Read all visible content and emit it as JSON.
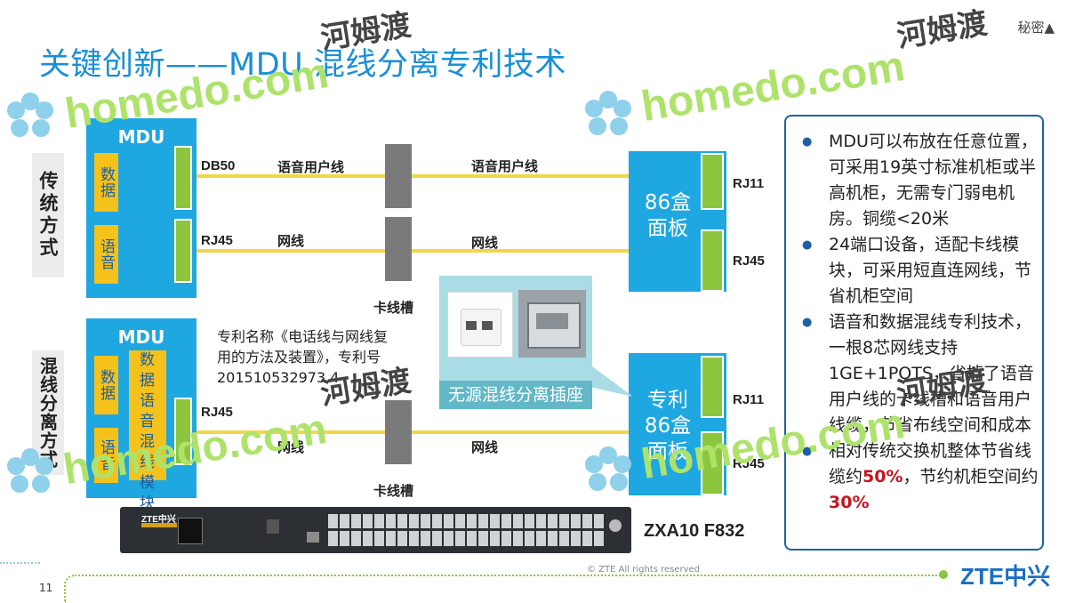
{
  "title": "关键创新——MDU 混线分离专利技术",
  "classification": "秘密▲",
  "traditional": {
    "side_label": "传统方式",
    "mdu": "MDU",
    "data_label": "数据",
    "voice_label": "语音",
    "db50": "DB50",
    "rj45": "RJ45",
    "voice_line_left": "语音用户线",
    "voice_line_right": "语音用户线",
    "net_left": "网线",
    "net_right": "网线",
    "slot_label": "卡线槽",
    "panel": "86盒面板",
    "rj11": "RJ11",
    "rj45_right": "RJ45"
  },
  "hybrid": {
    "side_label": "混线分离方式",
    "mdu": "MDU",
    "data_label": "数据",
    "voice_label": "语音",
    "mix_module": "数据语音混线模块",
    "rj45": "RJ45",
    "net_left": "网线",
    "net_right": "网线",
    "slot_label": "卡线槽",
    "panel": "专利86盒面板",
    "rj11": "RJ11",
    "rj45_right": "RJ45"
  },
  "patent_note": "专利名称《电话线与网线复用的方法及装置》，专利号201510532973.4",
  "socket_label": "无源混线分离插座",
  "device_name": "ZXA10 F832",
  "device_brand": "ZTE中兴",
  "benefits": [
    {
      "text": "MDU可以布放在任意位置，可采用19英寸标准机柜或半高机柜，无需专门弱电机房。铜缆<20米"
    },
    {
      "text": "24端口设备，适配卡线模块，可采用短直连网线，节省机柜空间"
    },
    {
      "text": "语音和数据混线专利技术，一根8芯网线支持1GE+1POTS，省掉了语音用户线的卡线槽和语音用户线缆，节省布线空间和成本"
    },
    {
      "pre": "相对传统交换机整体节省线缆约",
      "hl1": "50%",
      "mid": "，节约机柜空间约",
      "hl2": "30%"
    }
  ],
  "watermark_en": "homedo.com",
  "watermark_cn": "河姆渡",
  "copyright": "© ZTE All rights reserved",
  "page_number": "11",
  "logo": "ZTE中兴",
  "colors": {
    "accent": "#1ea7e1",
    "title": "#1a8fd6",
    "highlight": "#c8141e",
    "yellow": "#f5c11b",
    "green": "#8cc63f"
  }
}
